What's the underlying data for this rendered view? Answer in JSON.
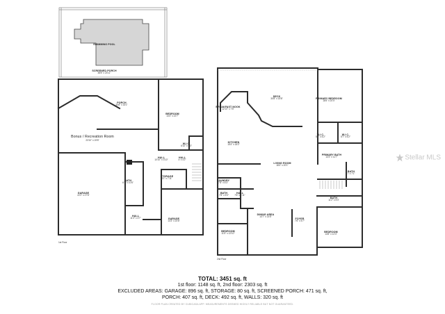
{
  "rooms_first_floor": [
    {
      "id": "pool",
      "name": "SWIMMING POOL",
      "dims": ""
    },
    {
      "id": "screened-porch",
      "name": "SCREENED PORCH",
      "dims": "38'8\" x 23'11\""
    },
    {
      "id": "porch",
      "name": "PORCH",
      "dims": "30'8\" x 16'1\""
    },
    {
      "id": "bedroom1",
      "name": "BEDROOM",
      "dims": "14'4\" x 22'7\""
    },
    {
      "id": "wic1",
      "name": "W.I.C.",
      "dims": "6'10\" x 6'3\""
    },
    {
      "id": "bonus",
      "name": "Bonus / Recreation Room",
      "dims": "23'10\" x 19'8\""
    },
    {
      "id": "hall1",
      "name": "HALL",
      "dims": "10'10\" x 3'10\""
    },
    {
      "id": "hall2",
      "name": "HALL",
      "dims": "4' x 4'2\""
    },
    {
      "id": "storage",
      "name": "STORAGE",
      "dims": "8'1\" x 7'11\""
    },
    {
      "id": "bath1",
      "name": "BATH",
      "dims": "6'1\" x 10'5\""
    },
    {
      "id": "garage1",
      "name": "GARAGE",
      "dims": "22'2\" x 27'6\""
    },
    {
      "id": "hall3",
      "name": "HALL",
      "dims": "11'3\" x 3'7\""
    },
    {
      "id": "garage2",
      "name": "GARAGE",
      "dims": "14'3\" x 20'6\""
    }
  ],
  "rooms_second_floor": [
    {
      "id": "deck",
      "name": "DECK",
      "dims": "30'8\" x 15'8\""
    },
    {
      "id": "primary-bedroom",
      "name": "PRIMARY BEDROOM",
      "dims": "18'5\" x 20'4\""
    },
    {
      "id": "breakfast-nook",
      "name": "BREAKFAST NOOK",
      "dims": "12'10\" x 7'5\""
    },
    {
      "id": "wic2",
      "name": "W.I.C.",
      "dims": "5'3\" x 6'2\""
    },
    {
      "id": "wic3",
      "name": "W.I.C.",
      "dims": "5'7\" x 6'2\""
    },
    {
      "id": "kitchen",
      "name": "KITCHEN",
      "dims": "15'4\" x 18'2\""
    },
    {
      "id": "primary-bath",
      "name": "PRIMARY BATH",
      "dims": "14'3\" x 11'7\""
    },
    {
      "id": "living-room",
      "name": "LIVING ROOM",
      "dims": "18'4\" x 20'1\""
    },
    {
      "id": "bath2",
      "name": "BATH",
      "dims": "7' x 7'1\""
    },
    {
      "id": "laundry",
      "name": "LAUNDRY",
      "dims": "7'8\" x 6'3\""
    },
    {
      "id": "bath3",
      "name": "BATH",
      "dims": "7'8\" x 5'0\""
    },
    {
      "id": "hall4",
      "name": "HALL",
      "dims": "7'6\" x 1'11\""
    },
    {
      "id": "bath4",
      "name": "BATH",
      "dims": "11'2\" x 5'3\""
    },
    {
      "id": "dining-area",
      "name": "DINING AREA",
      "dims": "14'7\" x 14'5\""
    },
    {
      "id": "foyer",
      "name": "FOYER",
      "dims": "7'6\" x 5'7\""
    },
    {
      "id": "bedroom2",
      "name": "BEDROOM",
      "dims": "11'5\" x 12'10\""
    },
    {
      "id": "bedroom3",
      "name": "BEDROOM",
      "dims": "14'8\" x 12'4\""
    }
  ],
  "floor_labels": {
    "first": "1st Floor",
    "second": "2nd Floor"
  },
  "summary": {
    "total": "TOTAL: 3451 sq. ft",
    "floors": "1st floor: 1148 sq. ft, 2nd floor: 2303 sq. ft",
    "excluded": "EXCLUDED AREAS: GARAGE: 896 sq. ft, STORAGE: 80 sq. ft, SCREENED PORCH: 471 sq. ft,",
    "excluded2": "PORCH: 407 sq. ft, DECK: 492 sq. ft, WALLS: 320 sq. ft",
    "disclaimer": "FLOOR PLAN CREATED BY CUBICASA APP. MEASUREMENTS DEEMED HIGHLY RELIABLE BUT NOT GUARANTEED."
  },
  "watermark": "Stellar MLS",
  "colors": {
    "wall": "#2b2b2b",
    "thin": "#555555",
    "watermark": "#c9c9c9"
  }
}
